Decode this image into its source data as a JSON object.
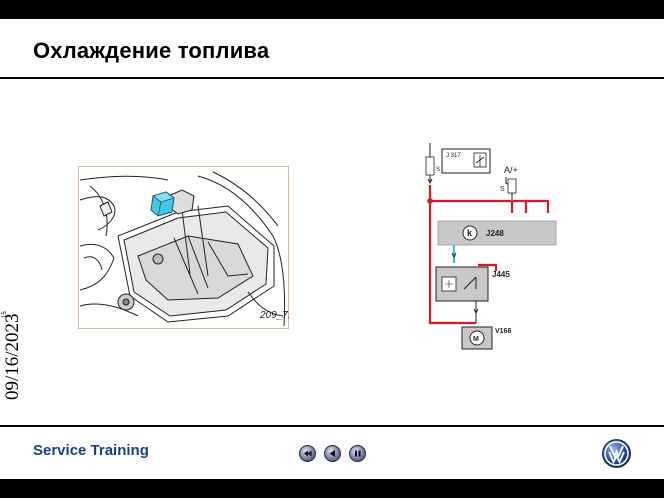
{
  "slide": {
    "title": "Охлаждение топлива",
    "date": "09/16/2023",
    "slide_number": "15",
    "footer": "Service Training"
  },
  "photo": {
    "caption": "209_71"
  },
  "schematic": {
    "labels": {
      "j317": "J 317",
      "s_left": "S",
      "a_plus": "A/+",
      "s_right": "S",
      "j248": "J248",
      "j445": "J445",
      "v166": "V166",
      "m": "M",
      "k": "k"
    },
    "colors": {
      "wire": "#d81a24",
      "fuse_blue": "#3fbfdf",
      "module": "#c8c8c8"
    }
  },
  "navigation": {
    "buttons": [
      "first-slide",
      "previous-slide",
      "pause"
    ]
  },
  "colors": {
    "footer_text": "#1a3f8a",
    "bars": "#000000",
    "highlight": "#43c6e4"
  }
}
